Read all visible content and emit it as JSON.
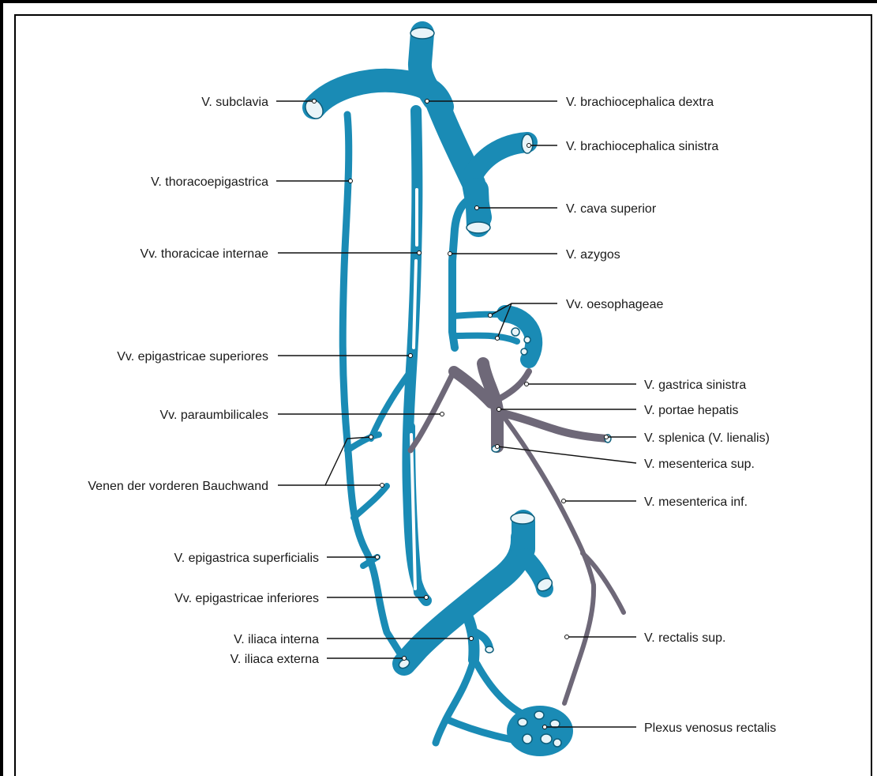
{
  "labels_left": {
    "subclavia": "V. subclavia",
    "thoracoepigastrica": "V. thoracoepigastrica",
    "thoracicae_internae": "Vv. thoracicae internae",
    "epigastricae_superiores": "Vv. epigastricae superiores",
    "paraumbilicales": "Vv. paraumbilicales",
    "bauchwand": "Venen der vorderen Bauchwand",
    "epigastrica_superficialis": "V. epigastrica superficialis",
    "epigastricae_inferiores": "Vv. epigastricae inferiores",
    "iliaca_interna": "V. iliaca interna",
    "iliaca_externa": "V. iliaca externa"
  },
  "labels_right": {
    "brachiocephalica_dextra": "V. brachiocephalica dextra",
    "brachiocephalica_sinistra": "V. brachiocephalica sinistra",
    "cava_superior": "V. cava superior",
    "azygos": "V. azygos",
    "oesophageae": "Vv. oesophageae",
    "gastrica_sinistra": "V. gastrica sinistra",
    "portae_hepatis": "V. portae hepatis",
    "splenica": "V. splenica (V. lienalis)",
    "mesenterica_sup": "V. mesenterica sup.",
    "mesenterica_inf": "V. mesenterica inf.",
    "rectalis_sup": "V. rectalis sup.",
    "plexus_rectalis": "Plexus venosus rectalis"
  },
  "colors": {
    "systemic_vein": "#1a8bb5",
    "portal_vein": "#6e6878",
    "leader_line": "#111111"
  }
}
